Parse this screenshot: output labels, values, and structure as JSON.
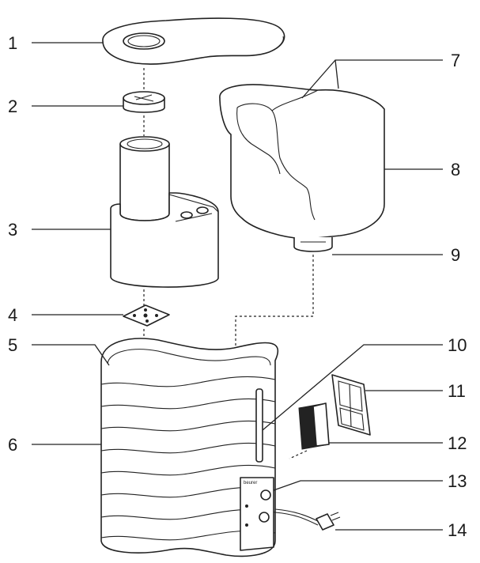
{
  "labels": [
    {
      "id": "1",
      "text": "1"
    },
    {
      "id": "2",
      "text": "2"
    },
    {
      "id": "3",
      "text": "3"
    },
    {
      "id": "4",
      "text": "4"
    },
    {
      "id": "5",
      "text": "5"
    },
    {
      "id": "6",
      "text": "6"
    },
    {
      "id": "7",
      "text": "7"
    },
    {
      "id": "8",
      "text": "8"
    },
    {
      "id": "9",
      "text": "9"
    },
    {
      "id": "10",
      "text": "10"
    },
    {
      "id": "11",
      "text": "11"
    },
    {
      "id": "12",
      "text": "12"
    },
    {
      "id": "13",
      "text": "13"
    },
    {
      "id": "14",
      "text": "14"
    }
  ],
  "control_panel": {
    "brand": "beurer"
  },
  "icons": {
    "top_cover": "top-cover-illustration",
    "cap": "cap-illustration",
    "mist_unit": "mist-unit-illustration",
    "disk": "membrane-disk-illustration",
    "water_tank": "water-tank-illustration",
    "base": "base-housing-illustration",
    "filter": "filter-cartridge-illustration",
    "filter_pad": "filter-pad-illustration",
    "plug": "power-plug-illustration"
  }
}
